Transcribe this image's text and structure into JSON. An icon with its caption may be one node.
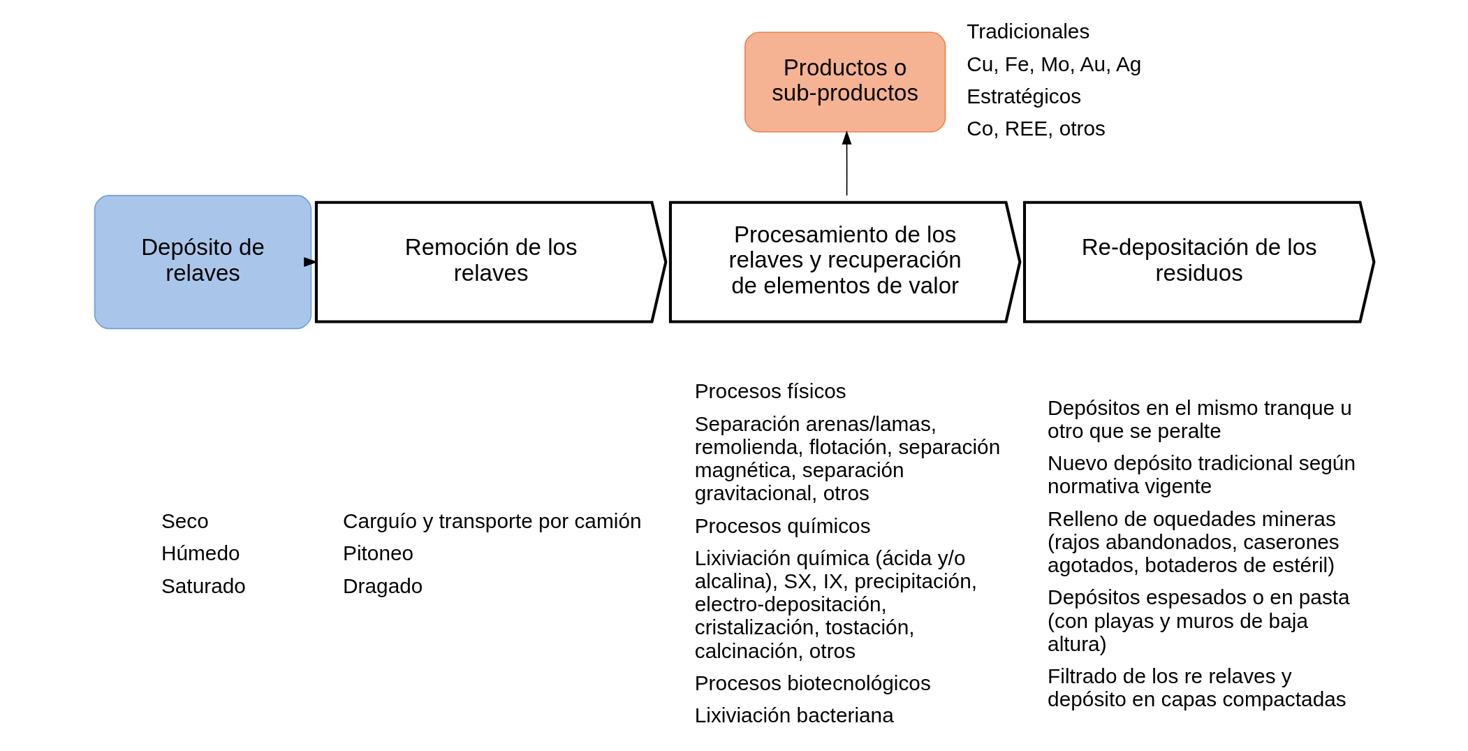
{
  "diagram": {
    "nodes": [
      {
        "text": [
          "Depósito de relaves"
        ],
        "beside": [
          "Seco",
          "Húmedo",
          "Saturado"
        ]
      },
      {
        "text": [
          "Remoción de los relaves"
        ],
        "beside": [
          "Carguío y transporte por camión",
          "Pitoneo",
          "Dragado"
        ]
      },
      {
        "text": [
          "Procesamiento de los relaves y recuperación de elementos de valor"
        ],
        "beside": [
          "Procesos físicos",
          "Separación arenas/lamas, remolienda, flotación, separación magnética, separación gravitacional, otros",
          "Procesos químicos",
          "Lixiviación química (ácida y/o alcalina), SX, IX, precipitación, electro-depositación, cristalización, tostación, calcinación, otros",
          "Procesos biotecnológicos",
          "Lixiviación bacteriana"
        ]
      },
      {
        "text": [
          "Re-depositación de los residuos"
        ],
        "beside": [
          "Depósitos en el mismo tranque u otro que se peralte",
          "Nuevo depósito tradicional según normativa vigente",
          "Relleno de oquedades mineras (rajos abandonados, caserones agotados, botaderos de estéril)",
          "Depósitos espesados o en pasta (con playas y muros de baja altura)",
          "Filtrado de los re relaves y depósito en capas compactadas"
        ]
      },
      {
        "text": [
          "Productos o sub-productos"
        ],
        "beside": [
          "Tradicionales",
          "Cu, Fe, Mo, Au, Ag",
          "Estratégicos",
          "Co, REE, otros"
        ]
      }
    ],
    "edges": [
      {
        "from": 0,
        "to": 1,
        "arrow": "to"
      },
      {
        "from": 2,
        "to": 4,
        "arrow": "to"
      }
    ]
  }
}
